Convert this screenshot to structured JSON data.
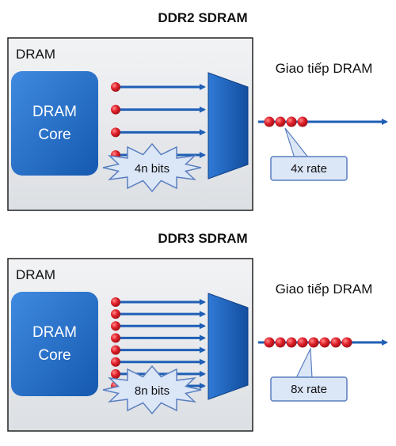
{
  "sections": [
    {
      "title": "DDR2 SDRAM",
      "dram_label": "DRAM",
      "core_line1": "DRAM",
      "core_line2": "Core",
      "interface_label": "Giao tiếp DRAM",
      "bits_label": "4n bits",
      "rate_label": "4x rate",
      "internal_lines": 4,
      "external_dots": 4
    },
    {
      "title": "DDR3 SDRAM",
      "dram_label": "DRAM",
      "core_line1": "DRAM",
      "core_line2": "Core",
      "interface_label": "Giao tiếp DRAM",
      "bits_label": "8n bits",
      "rate_label": "8x rate",
      "internal_lines": 8,
      "external_dots": 8
    }
  ],
  "colors": {
    "core_fill": "#1e6cc4",
    "arrow_blue": "#1f5fb5",
    "dot_red": "#e0202a",
    "box_bg": "#e7e9ec",
    "callout_fill": "#dbe6f7",
    "callout_stroke": "#5a7fbf"
  }
}
